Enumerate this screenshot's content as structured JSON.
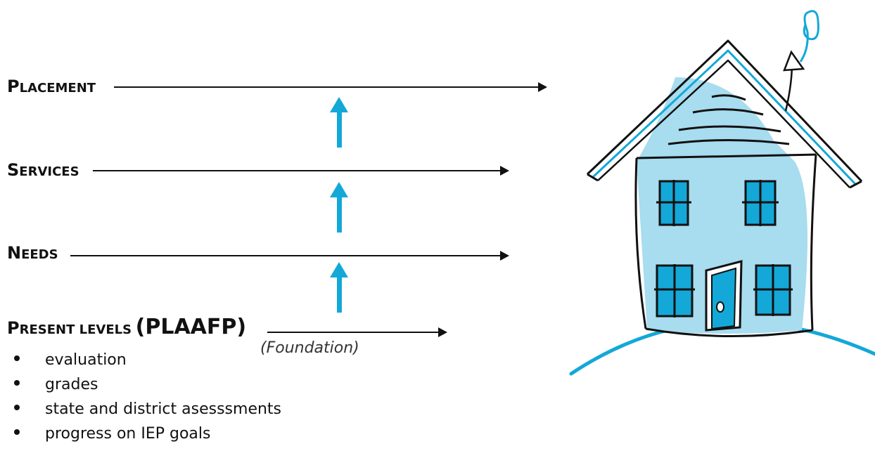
{
  "labels": {
    "placement": {
      "first": "P",
      "rest": "LACEMENT"
    },
    "services": {
      "first": "S",
      "rest": "ERVICES"
    },
    "needs": {
      "first": "N",
      "rest": "EEDS"
    },
    "present": {
      "first": "P",
      "rest": "RESENT LEVELS",
      "paren": "(PLAAFP)"
    }
  },
  "annotation": "(Foundation)",
  "bullets": [
    "evaluation",
    "grades",
    "state and district asesssments",
    "progress on IEP goals"
  ],
  "colors": {
    "accent": "#13a8d8",
    "house_fill": "#a8dcef",
    "ink": "#111111"
  },
  "icons": {
    "house": "house-illustration-icon"
  }
}
